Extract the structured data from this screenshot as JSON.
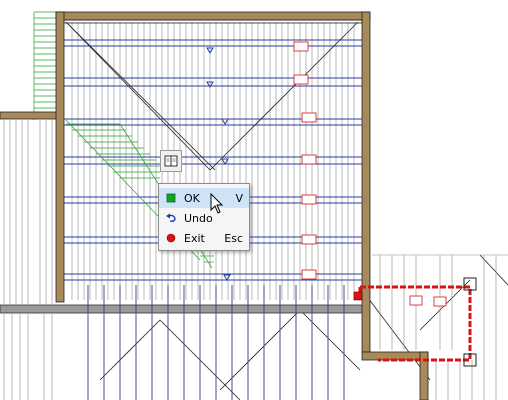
{
  "context_menu": {
    "items": [
      {
        "label": "OK",
        "shortcut": "V",
        "icon": "green-square-icon"
      },
      {
        "label": "Undo",
        "shortcut": "",
        "icon": "undo-arrow-icon"
      },
      {
        "label": "Exit",
        "shortcut": "Esc",
        "icon": "red-dot-icon"
      }
    ]
  },
  "colors": {
    "wall": "#a88a5a",
    "rafter_blue": "#2a3da0",
    "selection_red": "#dd1111",
    "hatch_green": "#2aa02a",
    "menu_highlight": "#cfe3f7"
  }
}
